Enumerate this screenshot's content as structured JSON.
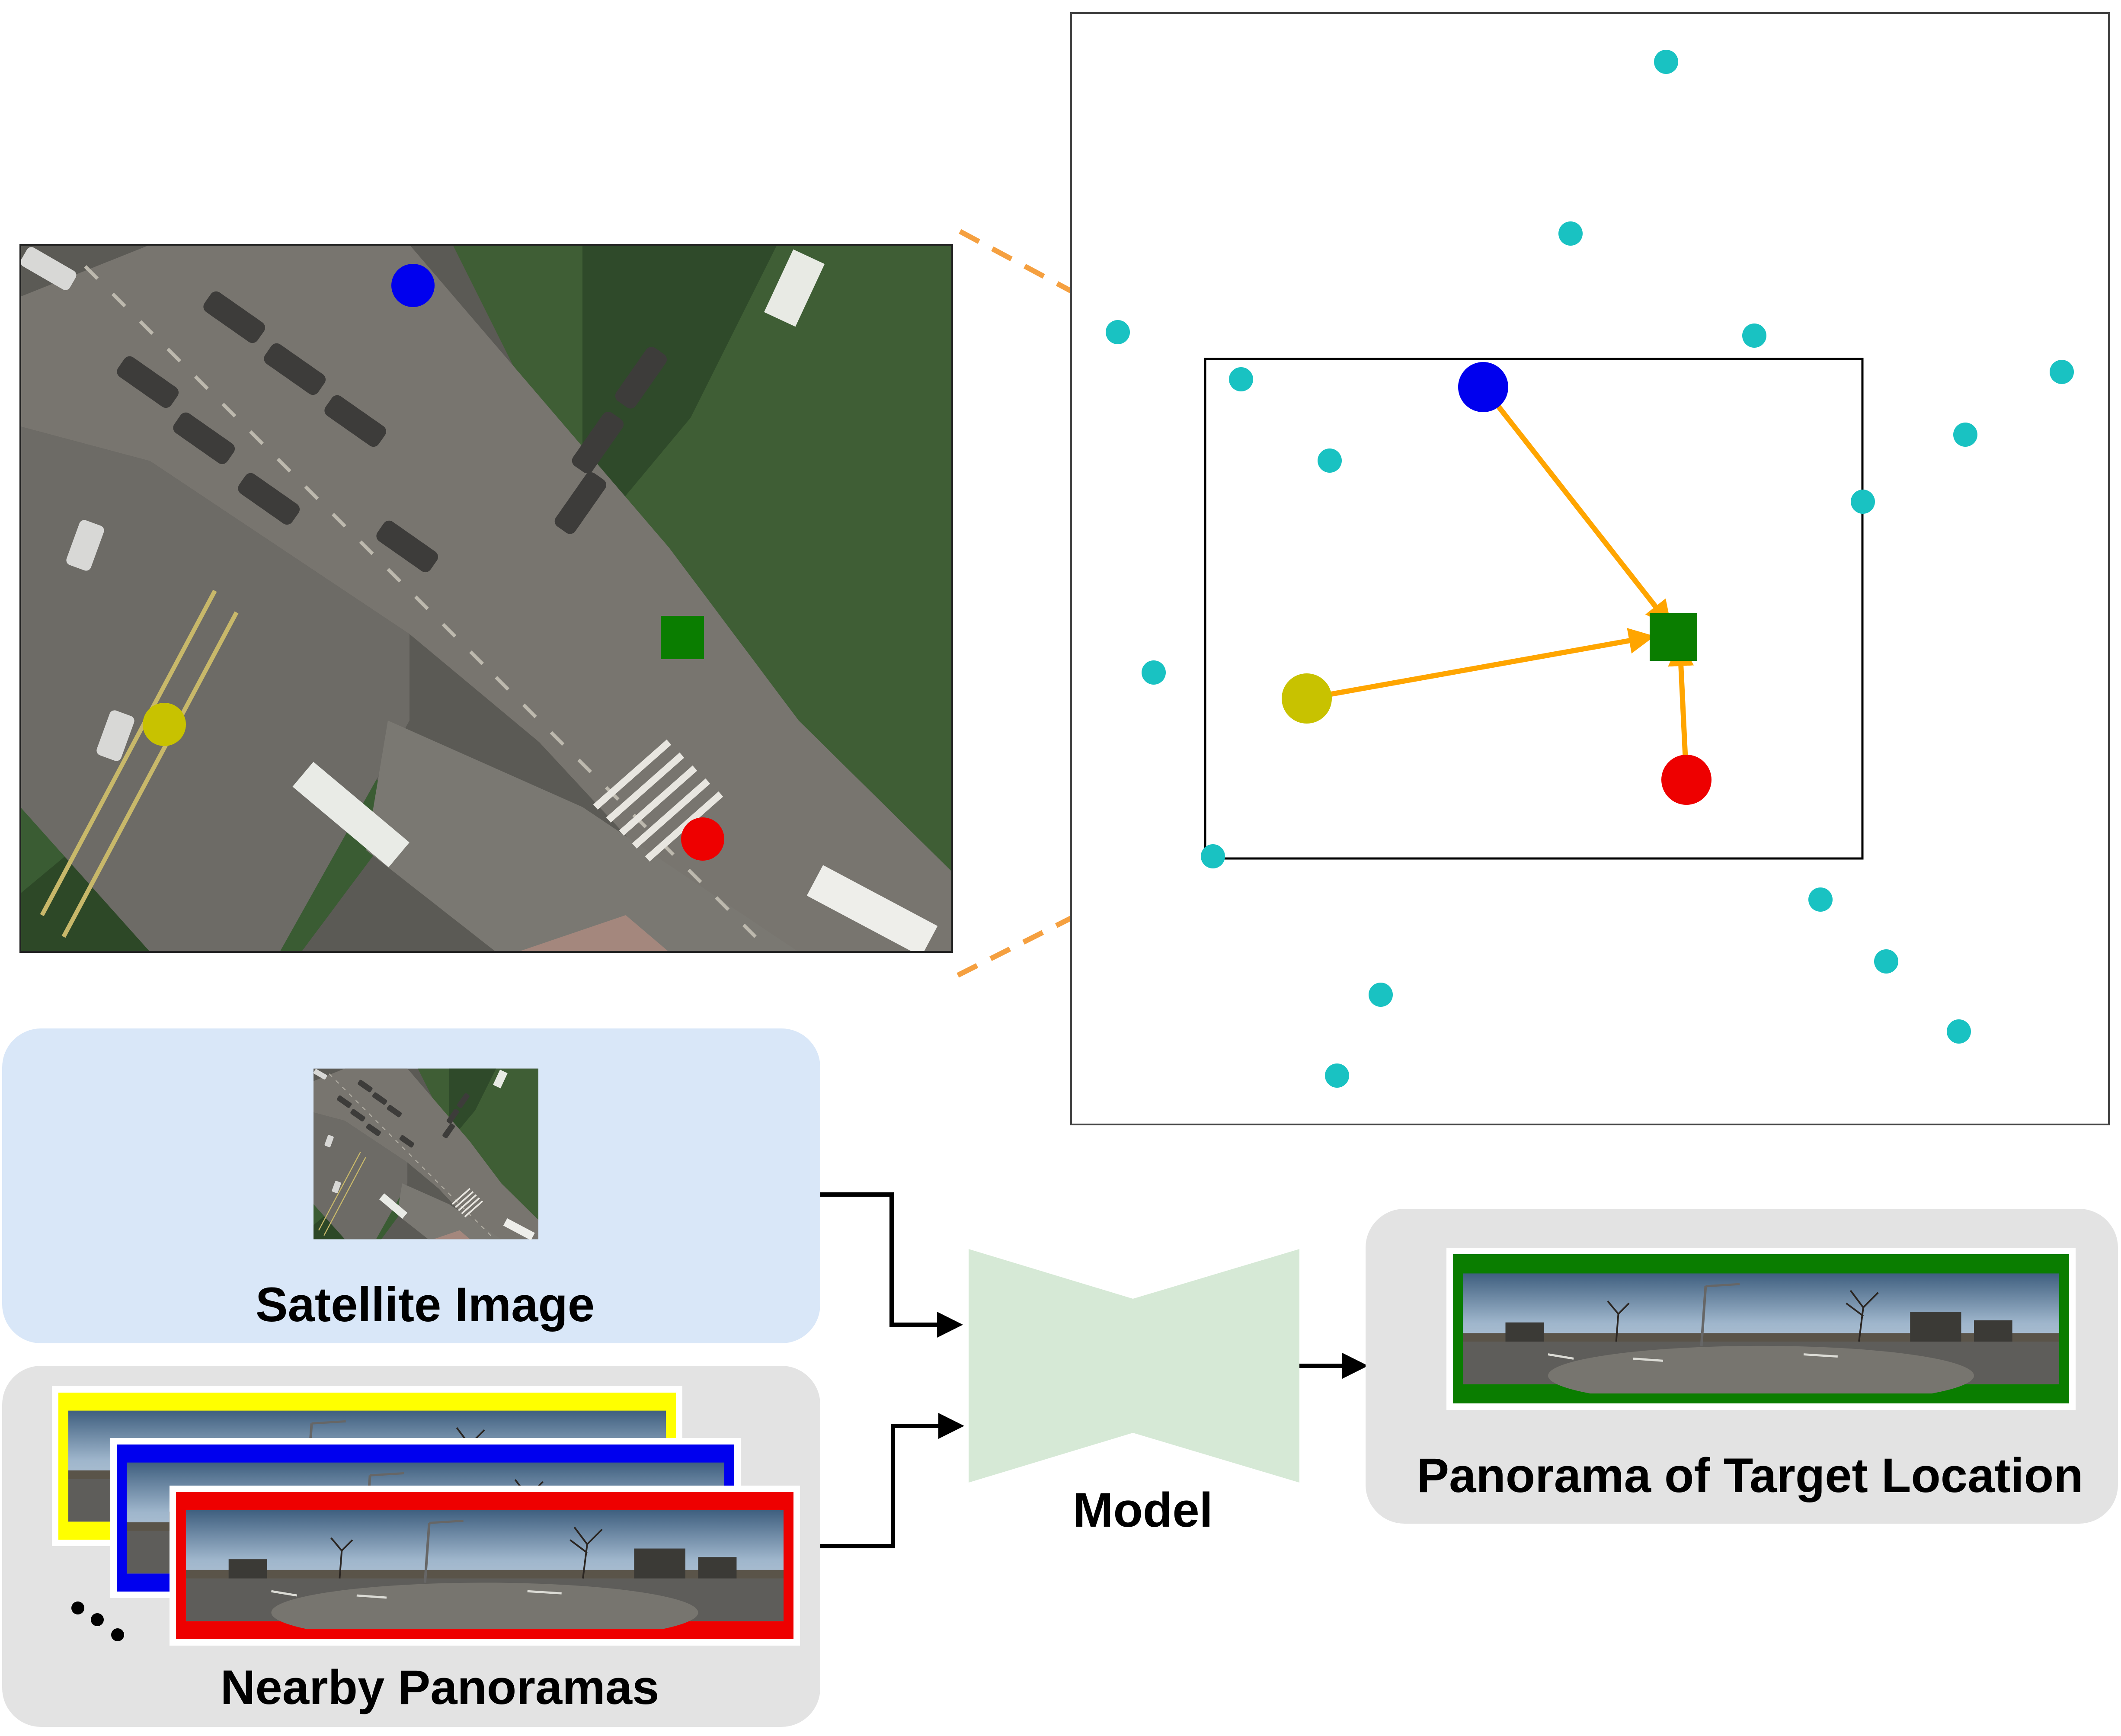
{
  "labels": {
    "satellite_image": "Satellite Image",
    "nearby_panoramas": "Nearby Panoramas",
    "model": "Model",
    "target_panorama": "Panorama of Target Location",
    "ellipsis": "..."
  },
  "colors": {
    "blue_marker": "#0000ee",
    "yellow_marker": "#c8c200",
    "red_marker": "#ee0000",
    "green_target": "#0a7d00",
    "cyan_points": "#19c2c2",
    "arrow_orange": "#ffa500",
    "dashed_orange": "#f5a040",
    "satellite_box_fill": "#d9e7f8",
    "gray_box_fill": "#e3e3e3",
    "model_fill": "#d6e9d6",
    "panorama_borders": [
      "#ffff00",
      "#0000ee",
      "#ee0000",
      "#0a7d00"
    ]
  },
  "icons": {
    "panorama": "street-panorama-image",
    "satellite": "aerial-intersection-image"
  }
}
